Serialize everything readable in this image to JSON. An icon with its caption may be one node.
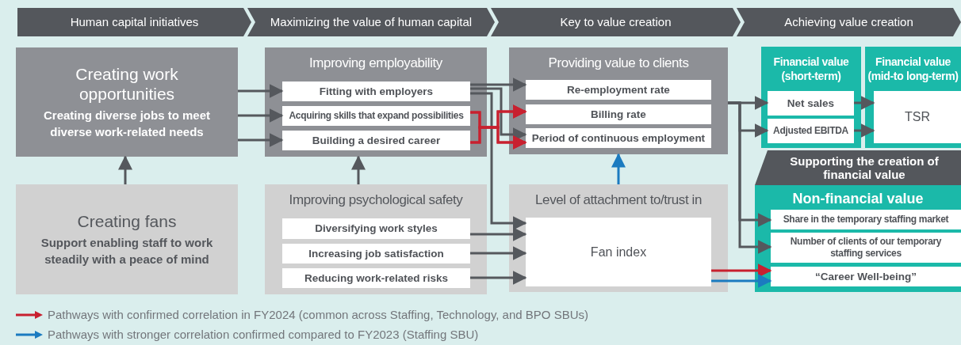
{
  "diagram": {
    "nodes": [
      {
        "text": [
          "Human capital initiatives"
        ]
      },
      {
        "text": [
          "Maximizing the value of human capital"
        ]
      },
      {
        "text": [
          "Key to value creation"
        ]
      },
      {
        "text": [
          "Achieving value creation"
        ]
      },
      {
        "text": [
          "Creating work opportunities",
          "Creating diverse jobs to meet diverse work-related needs"
        ]
      },
      {
        "text": [
          "Improving employability"
        ]
      },
      {
        "text": [
          "Fitting with employers"
        ],
        "in": 5
      },
      {
        "text": [
          "Acquiring skills that expand possibilities"
        ],
        "in": 5
      },
      {
        "text": [
          "Building a desired career"
        ],
        "in": 5
      },
      {
        "text": [
          "Providing value to clients"
        ]
      },
      {
        "text": [
          "Re-employment rate"
        ],
        "in": 9
      },
      {
        "text": [
          "Billing rate"
        ],
        "in": 9
      },
      {
        "text": [
          "Period of continuous employment"
        ],
        "in": 9
      },
      {
        "text": [
          "Financial value (short-term)"
        ]
      },
      {
        "text": [
          "Net sales"
        ],
        "in": 13
      },
      {
        "text": [
          "Adjusted EBITDA"
        ],
        "in": 13
      },
      {
        "text": [
          "Financial value (mid-to long-term)"
        ]
      },
      {
        "text": [
          "TSR"
        ],
        "in": 16
      },
      {
        "text": [
          "Supporting the creation of financial value"
        ]
      },
      {
        "text": [
          "Non-financial value"
        ]
      },
      {
        "text": [
          "Share in the temporary staffing market"
        ],
        "in": 19
      },
      {
        "text": [
          "Number of clients of our temporary staffing services"
        ],
        "in": 19
      },
      {
        "text": [
          "“Career Well-being”"
        ],
        "in": 19
      },
      {
        "text": [
          "Creating fans",
          "Support enabling staff to work steadily with a peace of mind"
        ]
      },
      {
        "text": [
          "Improving psychological safety"
        ]
      },
      {
        "text": [
          "Diversifying work styles"
        ],
        "in": 24
      },
      {
        "text": [
          "Increasing job satisfaction"
        ],
        "in": 24
      },
      {
        "text": [
          "Reducing work-related risks"
        ],
        "in": 24
      },
      {
        "text": [
          "Level of attachment to/trust in"
        ]
      },
      {
        "text": [
          "Fan index"
        ],
        "in": 28
      }
    ],
    "edges": [
      {
        "from": 4,
        "to": 6,
        "arrow": "to"
      },
      {
        "from": 4,
        "to": 7,
        "arrow": "to"
      },
      {
        "from": 4,
        "to": 8,
        "arrow": "to"
      },
      {
        "from": 23,
        "to": 4,
        "arrow": "to"
      },
      {
        "from": 24,
        "to": 5,
        "arrow": "to"
      },
      {
        "from": 6,
        "to": 10,
        "arrow": "to"
      },
      {
        "from": 6,
        "to": 12,
        "arrow": "to"
      },
      {
        "from": 6,
        "to": 29,
        "arrow": "to"
      },
      {
        "from": 7,
        "to": 11,
        "arrow": "to",
        "color": "#c8202f"
      },
      {
        "from": 7,
        "to": 12,
        "arrow": "to",
        "color": "#c8202f"
      },
      {
        "from": 8,
        "to": 11,
        "arrow": "to",
        "color": "#c8202f"
      },
      {
        "from": 8,
        "to": 12,
        "arrow": "to",
        "color": "#c8202f"
      },
      {
        "from": 25,
        "to": 29,
        "arrow": "to"
      },
      {
        "from": 26,
        "to": 29,
        "arrow": "to"
      },
      {
        "from": 27,
        "to": 29,
        "arrow": "to"
      },
      {
        "from": 28,
        "to": 9,
        "arrow": "to",
        "color": "#1b7bc0"
      },
      {
        "from": 29,
        "to": 22,
        "arrow": "to",
        "color": "#c8202f"
      },
      {
        "from": 29,
        "to": 22,
        "arrow": "to",
        "color": "#1b7bc0"
      },
      {
        "from": 9,
        "to": 14,
        "arrow": "to"
      },
      {
        "from": 9,
        "to": 15,
        "arrow": "to"
      },
      {
        "from": 9,
        "to": 20,
        "arrow": "to"
      },
      {
        "from": 9,
        "to": 21,
        "arrow": "to"
      },
      {
        "from": 14,
        "to": 17,
        "arrow": "to"
      },
      {
        "from": 15,
        "to": 17,
        "arrow": "to"
      }
    ],
    "legend": [
      {
        "text": "Pathways with confirmed correlation in FY2024 (common across Staffing, Technology, and BPO SBUs)",
        "color": "#c8202f"
      },
      {
        "text": "Pathways with stronger correlation confirmed compared to FY2023 (Staffing SBU)",
        "color": "#1b7bc0"
      }
    ]
  }
}
